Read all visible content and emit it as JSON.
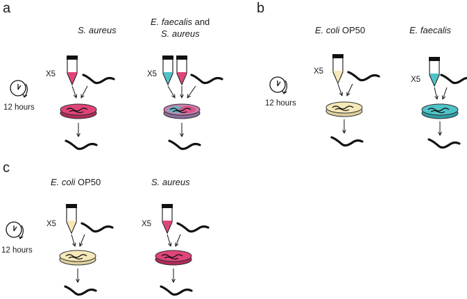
{
  "colors": {
    "saureus": "#e0447a",
    "efaecalis": "#4fc3c8",
    "ecoli": "#f6e8b8",
    "ink": "#111111"
  },
  "panels": {
    "a": {
      "label": "a",
      "time_label": "12 hours",
      "col1": {
        "title_italic": "S. aureus",
        "multiplier": "X5"
      },
      "col2": {
        "title_line1_italic": "E. faecalis",
        "title_line1_rest": " and",
        "title_line2_italic": "S. aureus",
        "multiplier": "X5"
      }
    },
    "b": {
      "label": "b",
      "time_label": "12 hours",
      "col1": {
        "title_italic": "E. coli",
        "title_rest": " OP50",
        "multiplier": "X5"
      },
      "col2": {
        "title_italic": "E. faecalis",
        "multiplier": "X5"
      }
    },
    "c": {
      "label": "c",
      "time_label": "12 hours",
      "col1": {
        "title_italic": "E. coli",
        "title_rest": " OP50",
        "multiplier": "X5"
      },
      "col2": {
        "title_italic": "S. aureus",
        "multiplier": "X5"
      }
    }
  }
}
